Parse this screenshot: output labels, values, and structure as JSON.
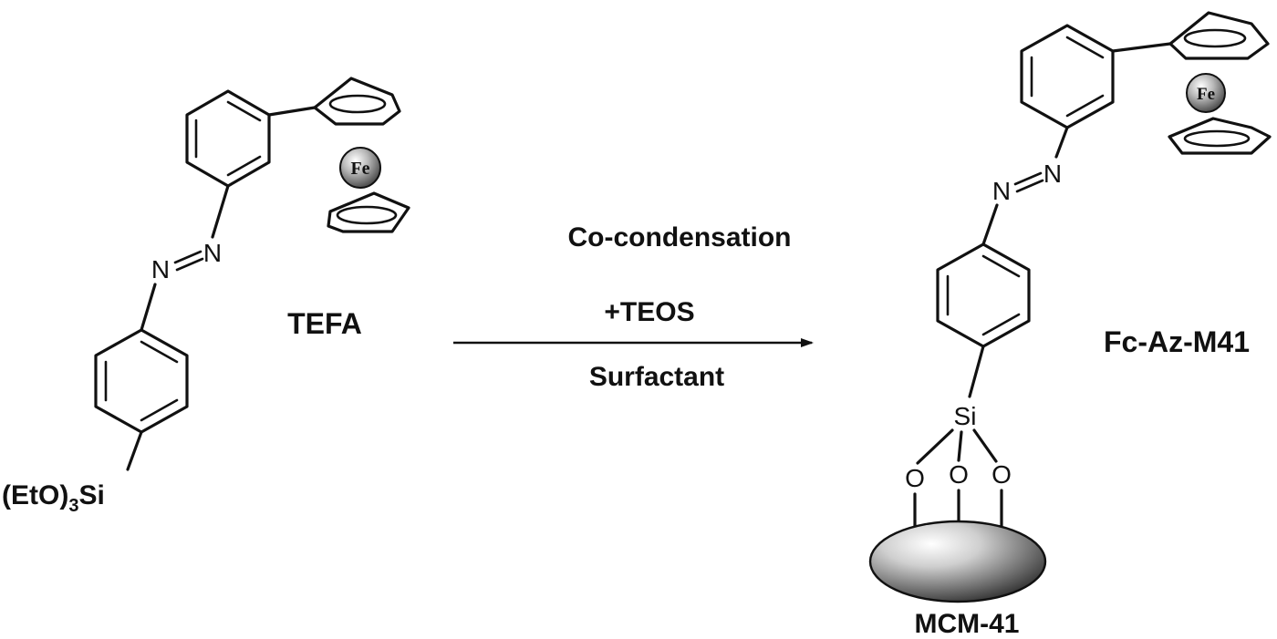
{
  "reactant": {
    "name": "TEFA",
    "silyl_prefix": "(EtO)",
    "silyl_subscript": "3",
    "silyl_suffix": "Si",
    "azo_left": "N",
    "azo_right": "N",
    "iron": "Fe"
  },
  "reaction": {
    "line1": "Co-condensation",
    "line2": "+TEOS",
    "line3": "Surfactant"
  },
  "product": {
    "name": "Fc-Az-M41",
    "azo_left": "N",
    "azo_right": "N",
    "iron": "Fe",
    "silicon": "Si",
    "oxygen_1": "O",
    "oxygen_2": "O",
    "oxygen_3": "O",
    "support": "MCM-41"
  },
  "colors": {
    "ink": "#111111",
    "background": "#ffffff"
  }
}
